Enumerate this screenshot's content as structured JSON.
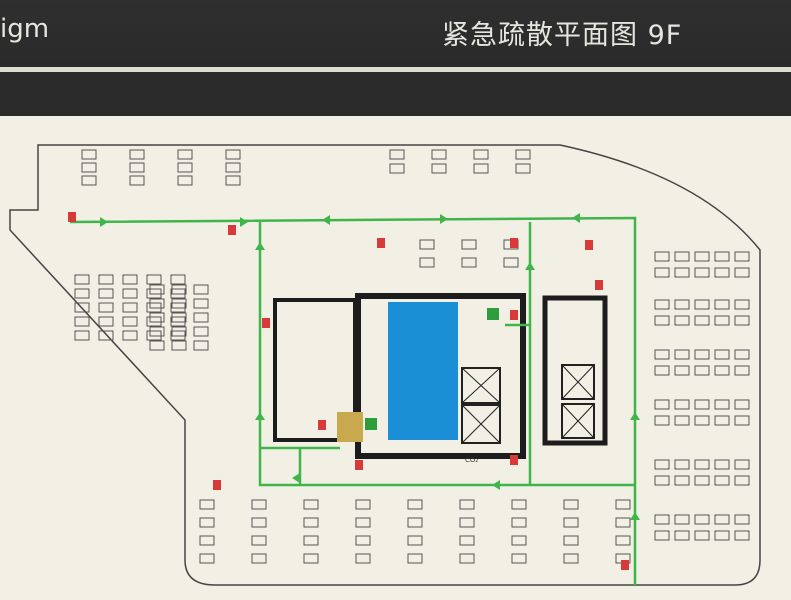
{
  "header": {
    "brand_fragment": "igm",
    "title": "紧急疏散平面图 9F"
  },
  "plan": {
    "floor": "9F",
    "labels": {
      "co2": "CO₂"
    },
    "icons": [
      "exit-sign-icon",
      "fire-extinguisher-icon",
      "you-are-here-icon",
      "elevator-icon",
      "stairwell-icon"
    ],
    "colors": {
      "evacuation_route": "#3fb54a",
      "stairwell": "#1a8fd6",
      "walls": "#1c1c1c",
      "board": "#f2f0e5",
      "exit_sign": "#2e9d3e",
      "extinguisher": "#d83a3a",
      "you_are_here": "#c9a94e"
    }
  }
}
